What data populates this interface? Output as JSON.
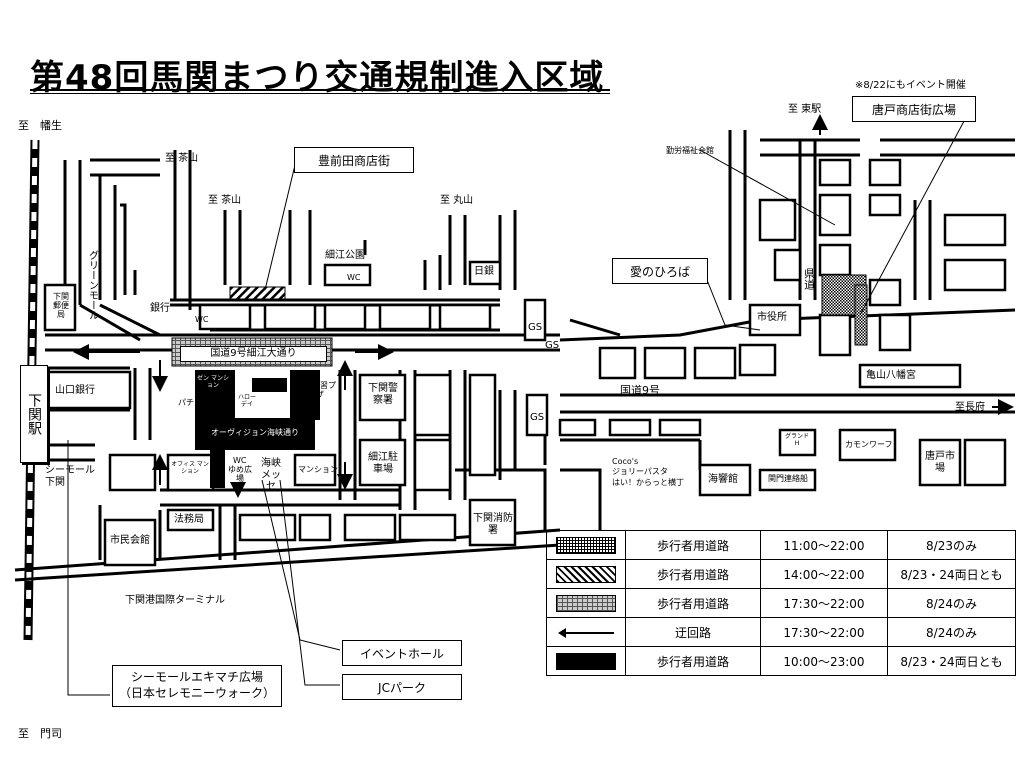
{
  "title": "第48回馬関まつり交通規制進入区域",
  "note": "※8/22にもイベント開催",
  "directions": {
    "hatabu": "至　幡生",
    "chayama_top": "至 茶山",
    "chayama_mid": "至 茶山",
    "maruyama": "至 丸山",
    "higashieki": "至 東駅",
    "chofu": "至長府",
    "mojishi": "至　門司"
  },
  "callouts": {
    "buzen": "豊前田商店街",
    "karato_plaza": "唐戸商店街広場",
    "ai_hiroba": "愛のひろば",
    "event_hall": "イベントホール",
    "jc_park": "JCパーク",
    "seamall_line1": "シーモールエキマチ広場",
    "seamall_line2": "（日本セレモニーウォーク）"
  },
  "map_labels": {
    "station": "下関駅",
    "green_mall": "グリーンモール",
    "post_office": "下関郵便局",
    "yamaguchi_bank": "山口銀行",
    "seamall": "シーモール下関",
    "bank": "銀行",
    "wc1": "WC",
    "wc2": "WC",
    "wc3": "WC",
    "hosoe_park": "細江公園",
    "nichigin": "日銀",
    "route9_hosoe": "国道9号細江大通り",
    "pachinko": "パチンコ",
    "zen_mansion": "ゼン マンション",
    "hello_day": "ハロー デイ",
    "seikatsu_plaza": "生涯学習プラザ",
    "police": "下関警察署",
    "orvision": "オーヴィジョン海峡通り",
    "office_mansion": "オフィス マンション",
    "youme": "ゆめ広場",
    "kaikyo_messe": "海峡メッセ",
    "mansion": "マンション",
    "hosoe_parking": "細江駐車場",
    "homukyoku": "法務局",
    "shimin_kaikan": "市民会館",
    "terminal": "下関港国際ターミナル",
    "fire_station": "下関消防署",
    "gs1": "GS",
    "gs2": "GS",
    "gs3": "GS",
    "route9": "国道9号",
    "shiyakusho": "市役所",
    "kendo": "県道",
    "roudou": "勤労福祉会館",
    "kameyama": "亀山八幡宮",
    "grand": "グランド H",
    "camon_wharf": "カモンワーフ",
    "karato_market": "唐戸市場",
    "kaikyokan": "海響館",
    "kanmon_ferry": "関門連絡船",
    "coco_line1": "Coco's",
    "coco_line2": "ジョリーパスタ",
    "coco_line3": "はい！からっと横丁"
  },
  "legend": [
    {
      "pattern": "grid",
      "name": "歩行者用道路",
      "time": "11:00〜22:00",
      "date": "8/23のみ"
    },
    {
      "pattern": "diag",
      "name": "歩行者用道路",
      "time": "14:00〜22:00",
      "date": "8/23・24両日とも"
    },
    {
      "pattern": "brick",
      "name": "歩行者用道路",
      "time": "17:30〜22:00",
      "date": "8/24のみ"
    },
    {
      "pattern": "arrow",
      "name": "迂回路",
      "time": "17:30〜22:00",
      "date": "8/24のみ"
    },
    {
      "pattern": "black",
      "name": "歩行者用道路",
      "time": "10:00〜23:00",
      "date": "8/23・24両日とも"
    }
  ]
}
